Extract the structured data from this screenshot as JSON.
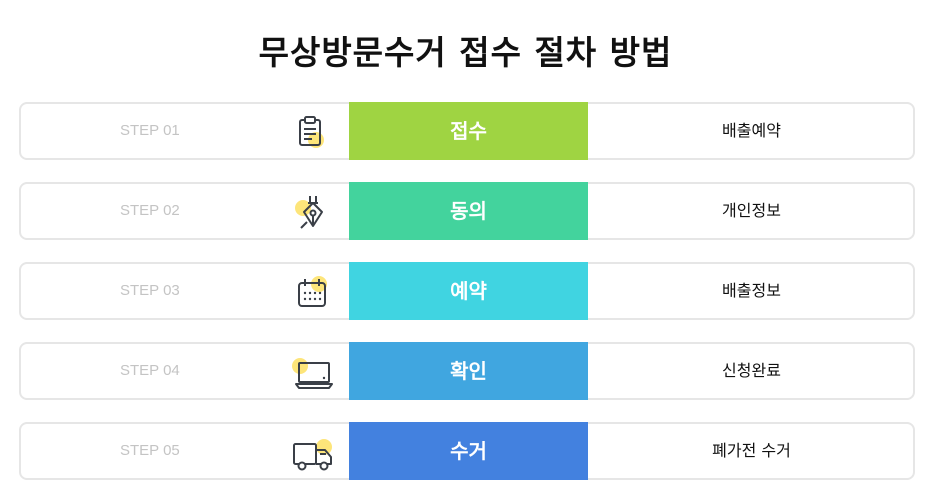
{
  "page": {
    "title": "무상방문수거 접수 절차 방법"
  },
  "colors": {
    "icon_stroke": "#3a3f47",
    "icon_accent": "#fde57a",
    "label_gray": "#c4c4c4",
    "border": "#e6e6e6"
  },
  "steps": [
    {
      "label": "STEP 01",
      "icon": "clipboard-icon",
      "stage": "접수",
      "stage_color": "#9fd442",
      "desc": "배출예약"
    },
    {
      "label": "STEP 02",
      "icon": "pen-nib-icon",
      "stage": "동의",
      "stage_color": "#43d39d",
      "desc": "개인정보"
    },
    {
      "label": "STEP 03",
      "icon": "calendar-icon",
      "stage": "예약",
      "stage_color": "#40d4e1",
      "desc": "배출정보"
    },
    {
      "label": "STEP 04",
      "icon": "laptop-icon",
      "stage": "확인",
      "stage_color": "#40a6e0",
      "desc": "신청완료"
    },
    {
      "label": "STEP 05",
      "icon": "truck-icon",
      "stage": "수거",
      "stage_color": "#4381df",
      "desc": "폐가전 수거"
    }
  ]
}
